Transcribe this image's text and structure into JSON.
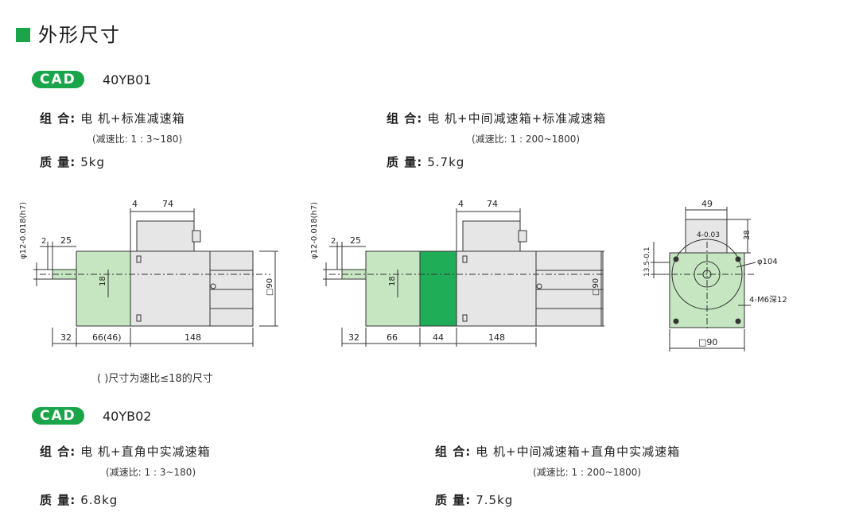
{
  "page": {
    "section_title": "外形尺寸"
  },
  "model1": {
    "cad_badge": "CAD",
    "name": "40YB01",
    "left": {
      "combo_label": "组 合:",
      "combo_value": "电 机+标准减速箱",
      "ratio": "(减速比: 1 : 3~180)",
      "mass_label": "质 量:",
      "mass_value": "5kg"
    },
    "right": {
      "combo_label": "组 合:",
      "combo_value": "电 机+中间减速箱+标准减速箱",
      "ratio": "(减速比: 1 : 200~1800)",
      "mass_label": "质 量:",
      "mass_value": "5.7kg"
    },
    "note": "( )尺寸为速比≤18的尺寸"
  },
  "drawing1": {
    "dim_4": "4",
    "dim_74": "74",
    "dim_25": "25",
    "dim_2": "2",
    "dim_shaft": "φ12-0.018(h7)",
    "dim_18": "18",
    "dim_sq90": "□90",
    "dim_32": "32",
    "dim_66_46": "66(46)",
    "dim_148": "148"
  },
  "drawing2": {
    "dim_4": "4",
    "dim_74": "74",
    "dim_25": "25",
    "dim_2": "2",
    "dim_shaft": "φ12-0.018(h7)",
    "dim_18": "18",
    "dim_sq90": "□90",
    "dim_32": "32",
    "dim_66": "66",
    "dim_44": "44",
    "dim_148": "148"
  },
  "drawing3": {
    "dim_49": "49",
    "dim_38": "38",
    "dim_4_tol": "4-0.03",
    "dim_135": "13.5-0.1",
    "dim_104": "φ104",
    "dim_m6": "4-M6深12",
    "dim_sq90": "□90"
  },
  "model2": {
    "cad_badge": "CAD",
    "name": "40YB02",
    "left": {
      "combo_label": "组 合:",
      "combo_value": "电 机+直角中实减速箱",
      "ratio": "(减速比: 1 : 3~180)",
      "mass_label": "质 量:",
      "mass_value": "6.8kg"
    },
    "right": {
      "combo_label": "组 合:",
      "combo_value": "电 机+中间减速箱+直角中实减速箱",
      "ratio": "(减速比: 1 : 200~1800)",
      "mass_label": "质 量:",
      "mass_value": "7.5kg"
    }
  },
  "colors": {
    "accent_green": "#1aa54a",
    "gearbox_light_green": "#c5e6c1",
    "intermediate_dark_green": "#1fae57",
    "motor_gray": "#e6e6e6"
  }
}
